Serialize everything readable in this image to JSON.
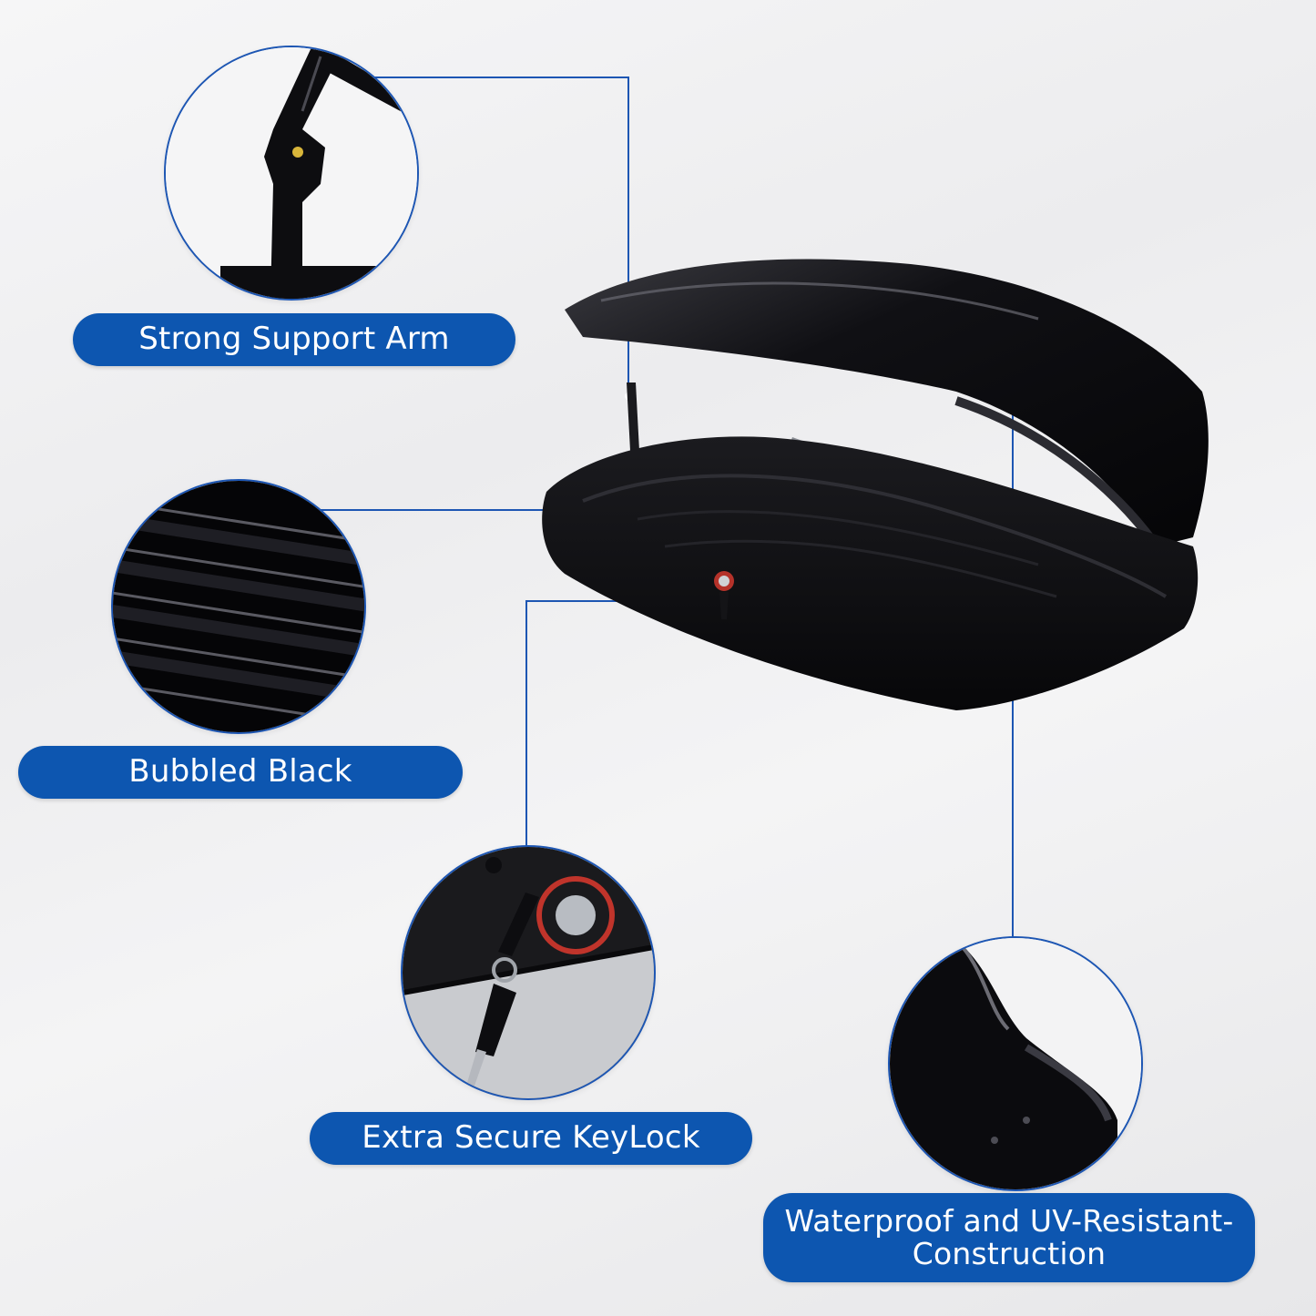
{
  "features": {
    "support_arm": {
      "label": "Strong Support Arm",
      "icon": "support-arm-closeup"
    },
    "finish": {
      "label": "Bubbled Black",
      "icon": "ribbed-surface-closeup"
    },
    "lock": {
      "label": "Extra Secure KeyLock",
      "icon": "key-lock-closeup"
    },
    "weather": {
      "label_line1": "Waterproof and UV-Resistant-",
      "label_line2": "Construction",
      "icon": "shell-corner-closeup"
    }
  },
  "colors": {
    "accent": "#0d56b0",
    "leader_line": "#1d56b3",
    "product": "#0b0b0d"
  }
}
